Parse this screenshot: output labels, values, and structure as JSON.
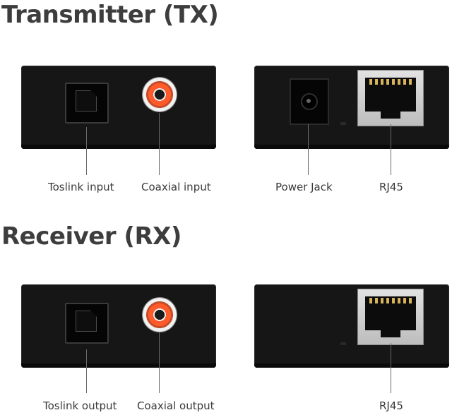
{
  "sections": {
    "tx": {
      "title": "Transmitter (TX)",
      "labels": {
        "toslink": "Toslink input",
        "coaxial": "Coaxial input",
        "power": "Power Jack",
        "rj45": "RJ45"
      }
    },
    "rx": {
      "title": "Receiver (RX)",
      "labels": {
        "toslink": "Toslink output",
        "coaxial": "Coaxial output",
        "rj45": "RJ45"
      }
    }
  }
}
